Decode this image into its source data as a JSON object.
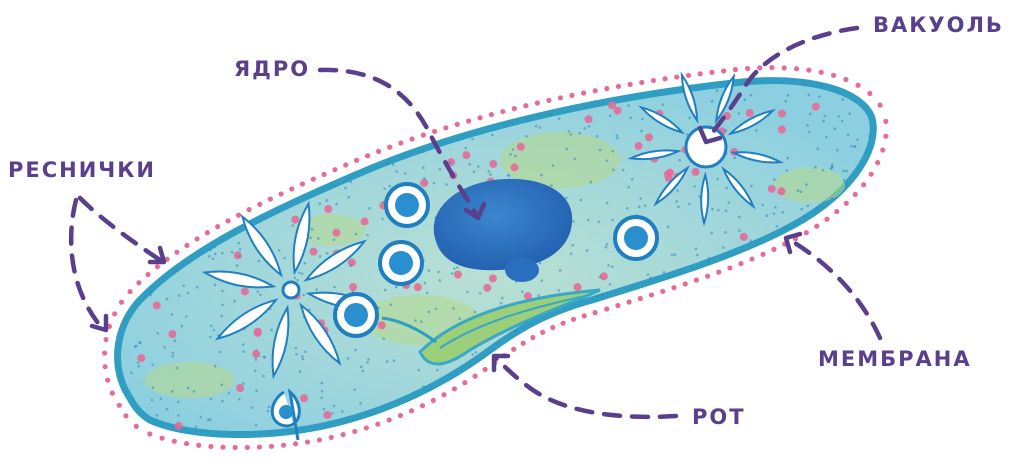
{
  "labels": {
    "vacuole": "ВАКУОЛЬ",
    "nucleus": "ЯДРО",
    "cilia": "РЕСНИЧКИ",
    "membrane": "МЕМБРАНА",
    "mouth": "РОТ"
  },
  "colors": {
    "label": "#5a3f8c",
    "cilia": "#3aa7c6",
    "membrane": "#2f9ec2",
    "cytoplasm": "#9fd6dc",
    "cytoplasm_green": "#b7d98a",
    "nucleus": "#2a6fbf",
    "vacuole_ring": "#1f7fc2",
    "pink_dots": "#e46c97"
  }
}
